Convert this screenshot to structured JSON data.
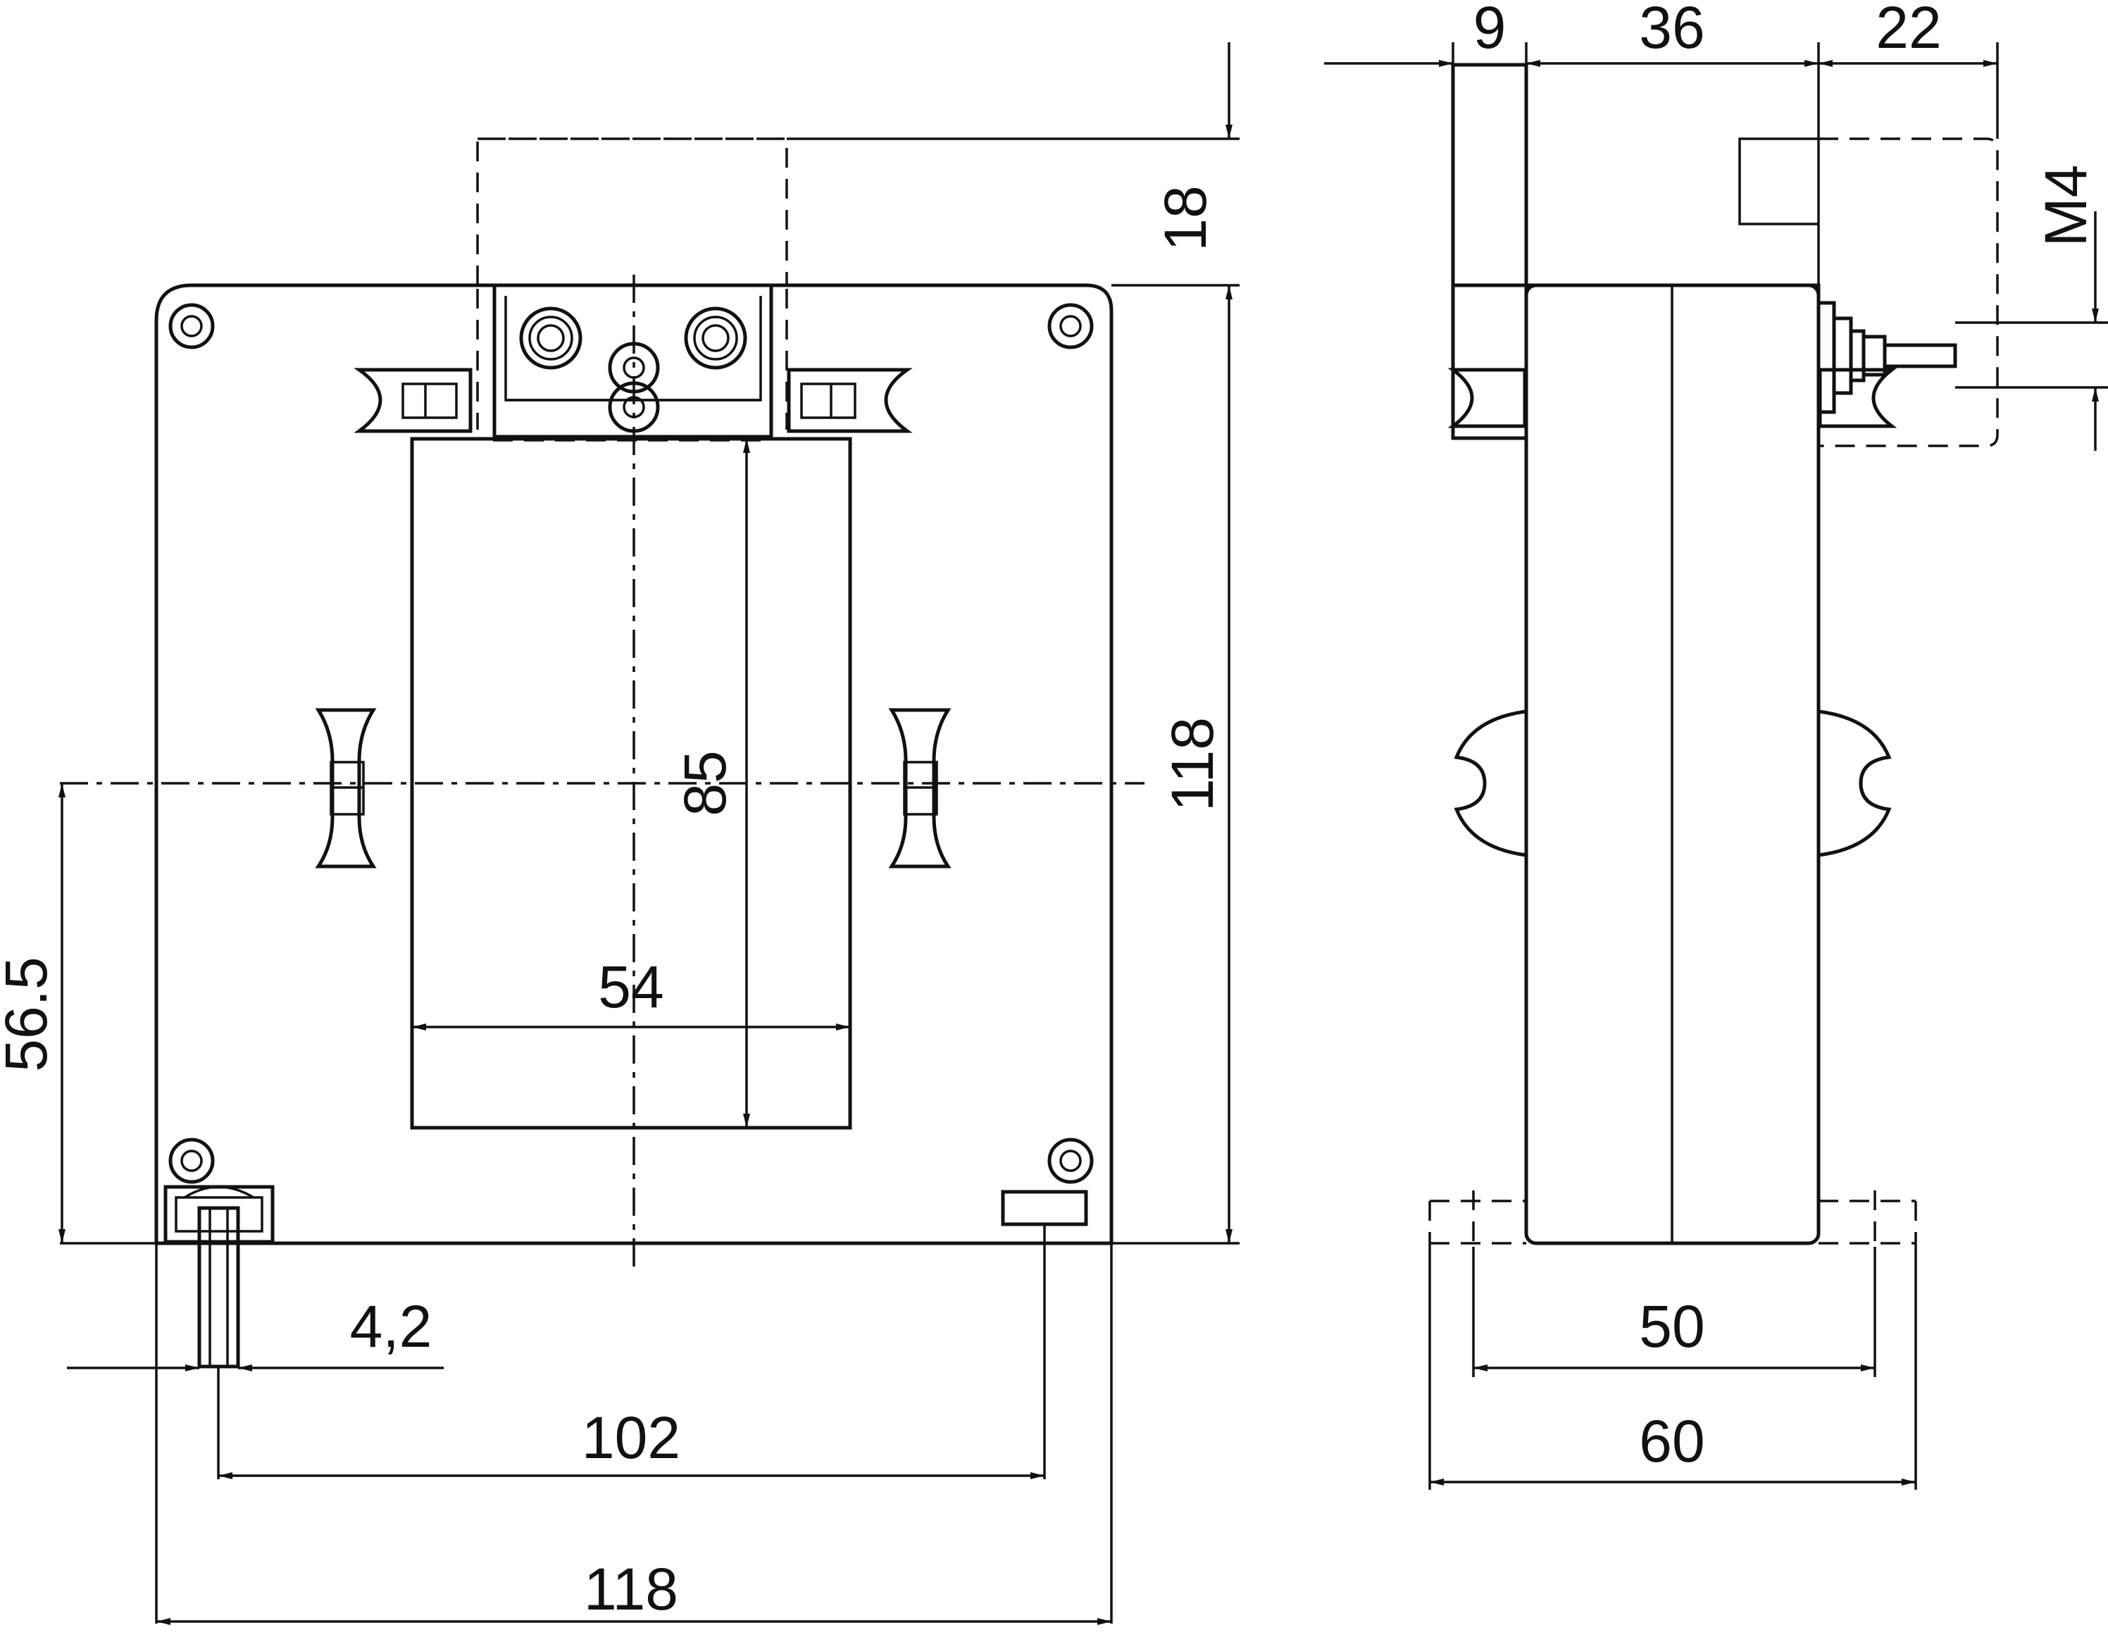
{
  "drawing": {
    "front_view": {
      "dimensions": {
        "overall_width": "118",
        "overall_height": "118",
        "window_width": "54",
        "window_height": "85",
        "mounting_hole_spacing": "102",
        "mounting_hole_diameter": "4,2",
        "center_height": "56.5",
        "terminal_cover_height": "18"
      }
    },
    "side_view": {
      "dimensions": {
        "top_segment_1": "9",
        "top_segment_2": "36",
        "top_segment_3": "22",
        "terminal_thread": "M4",
        "inner_base_width": "50",
        "outer_base_width": "60"
      }
    }
  }
}
